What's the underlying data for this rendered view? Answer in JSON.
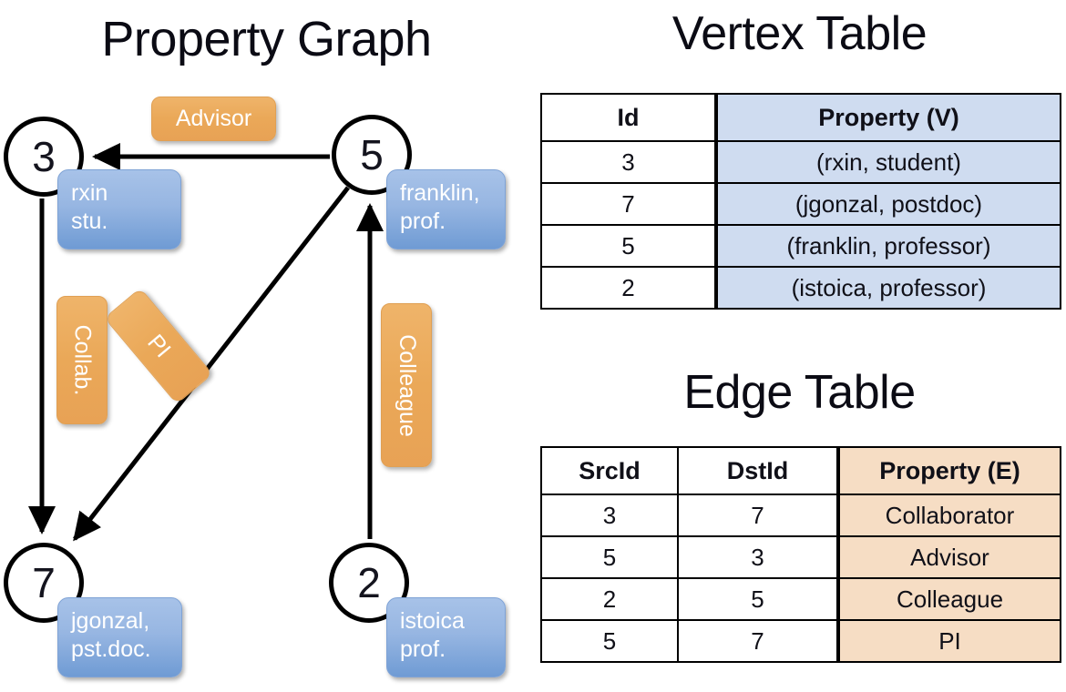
{
  "titles": {
    "property_graph": "Property Graph",
    "vertex_table": "Vertex Table",
    "edge_table": "Edge Table"
  },
  "colors": {
    "node_fill": "#ffffff",
    "node_stroke": "#000000",
    "vertex_property_fill": "#cfdcf0",
    "edge_property_fill": "#f6ddc4",
    "vertex_badge_blue": "#8fb0de",
    "edge_badge_orange": "#eaa858",
    "text": "#101018"
  },
  "graph": {
    "nodes": [
      {
        "id": "3",
        "label": "3",
        "property_line1": "rxin",
        "property_line2": "stu."
      },
      {
        "id": "5",
        "label": "5",
        "property_line1": "franklin,",
        "property_line2": "prof."
      },
      {
        "id": "7",
        "label": "7",
        "property_line1": "jgonzal,",
        "property_line2": "pst.doc."
      },
      {
        "id": "2",
        "label": "2",
        "property_line1": "istoica",
        "property_line2": "prof."
      }
    ],
    "edge_labels": [
      {
        "name": "advisor",
        "text": "Advisor",
        "orientation": "horizontal"
      },
      {
        "name": "collab",
        "text": "Collab.",
        "orientation": "vertical"
      },
      {
        "name": "pi",
        "text": "PI",
        "orientation": "diagonal"
      },
      {
        "name": "colleague",
        "text": "Colleague",
        "orientation": "vertical"
      }
    ],
    "edges": [
      {
        "src": "5",
        "dst": "3",
        "label": "Advisor"
      },
      {
        "src": "3",
        "dst": "7",
        "label": "Collab."
      },
      {
        "src": "5",
        "dst": "7",
        "label": "PI"
      },
      {
        "src": "2",
        "dst": "5",
        "label": "Colleague"
      }
    ]
  },
  "vertex_table": {
    "headers": [
      "Id",
      "Property (V)"
    ],
    "rows": [
      {
        "id": "3",
        "property": "(rxin, student)"
      },
      {
        "id": "7",
        "property": "(jgonzal, postdoc)"
      },
      {
        "id": "5",
        "property": "(franklin, professor)"
      },
      {
        "id": "2",
        "property": "(istoica, professor)"
      }
    ]
  },
  "edge_table": {
    "headers": [
      "SrcId",
      "DstId",
      "Property (E)"
    ],
    "rows": [
      {
        "src": "3",
        "dst": "7",
        "property": "Collaborator"
      },
      {
        "src": "5",
        "dst": "3",
        "property": "Advisor"
      },
      {
        "src": "2",
        "dst": "5",
        "property": "Colleague"
      },
      {
        "src": "5",
        "dst": "7",
        "property": "PI"
      }
    ]
  }
}
